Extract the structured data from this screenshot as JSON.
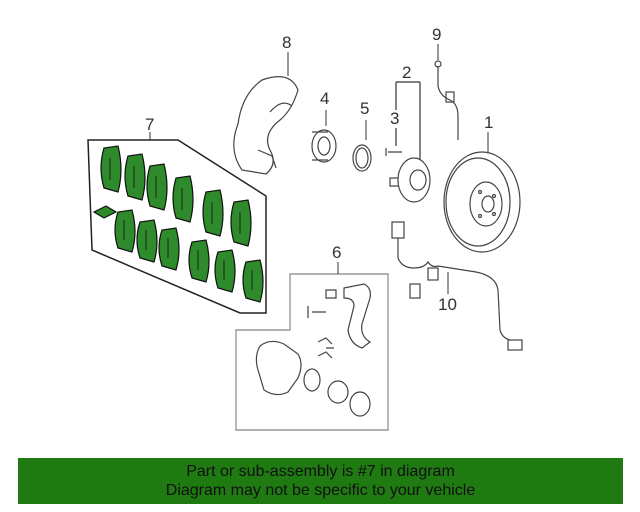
{
  "callouts": {
    "c1": "1",
    "c2": "2",
    "c3": "3",
    "c4": "4",
    "c5": "5",
    "c6": "6",
    "c7": "7",
    "c8": "8",
    "c9": "9",
    "c10": "10"
  },
  "banner": {
    "line1": "Part or sub-assembly is #7 in diagram",
    "line2": "Diagram may not be specific to your vehicle"
  },
  "colors": {
    "highlight": "#1f7a12",
    "pad_fill": "#2e8a2a",
    "line": "#333333",
    "box": "#999999"
  }
}
